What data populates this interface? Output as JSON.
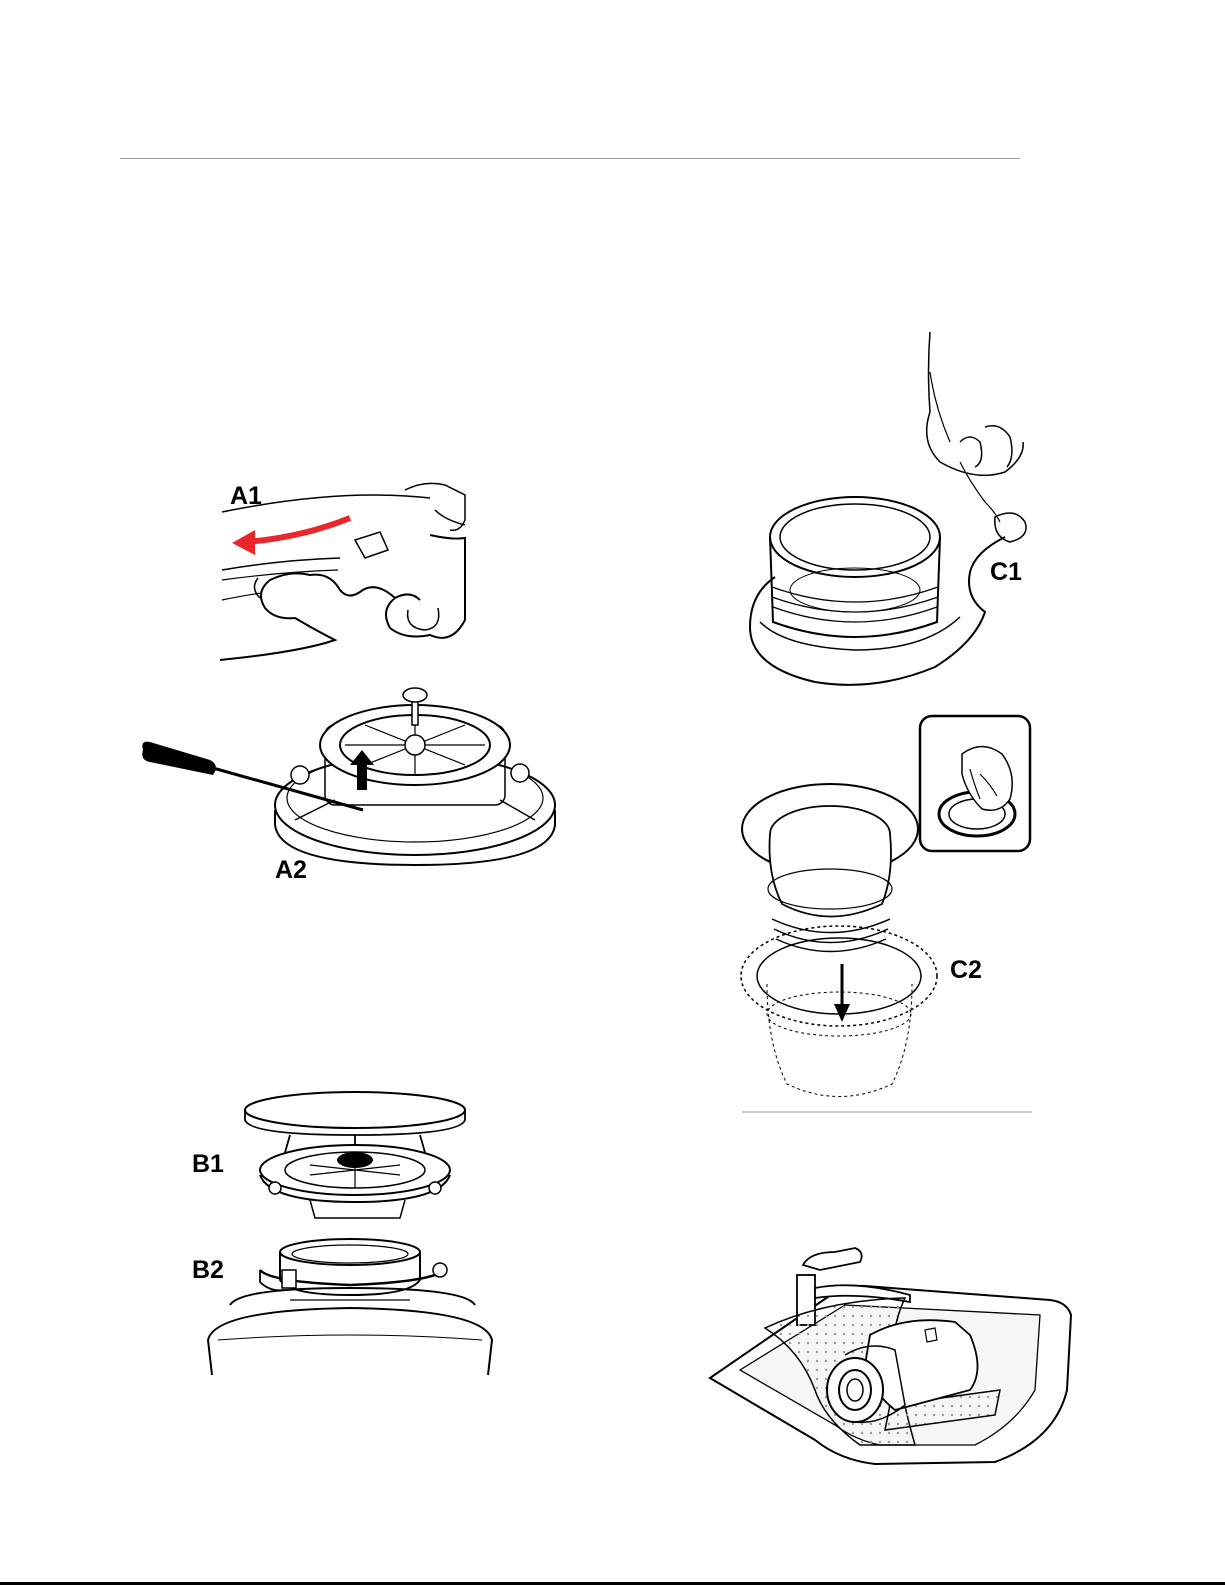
{
  "figures": {
    "a1": {
      "label": "A1",
      "arrow_color": "#e8262b"
    },
    "a2": {
      "label": "A2"
    },
    "b1": {
      "label": "B1"
    },
    "b2": {
      "label": "B2"
    },
    "c1": {
      "label": "C1"
    },
    "c2": {
      "label": "C2"
    },
    "d": {
      "label": ""
    }
  },
  "icons": [
    "screwdriver-icon",
    "hand-icon",
    "faucet-icon",
    "arrow-icon"
  ]
}
